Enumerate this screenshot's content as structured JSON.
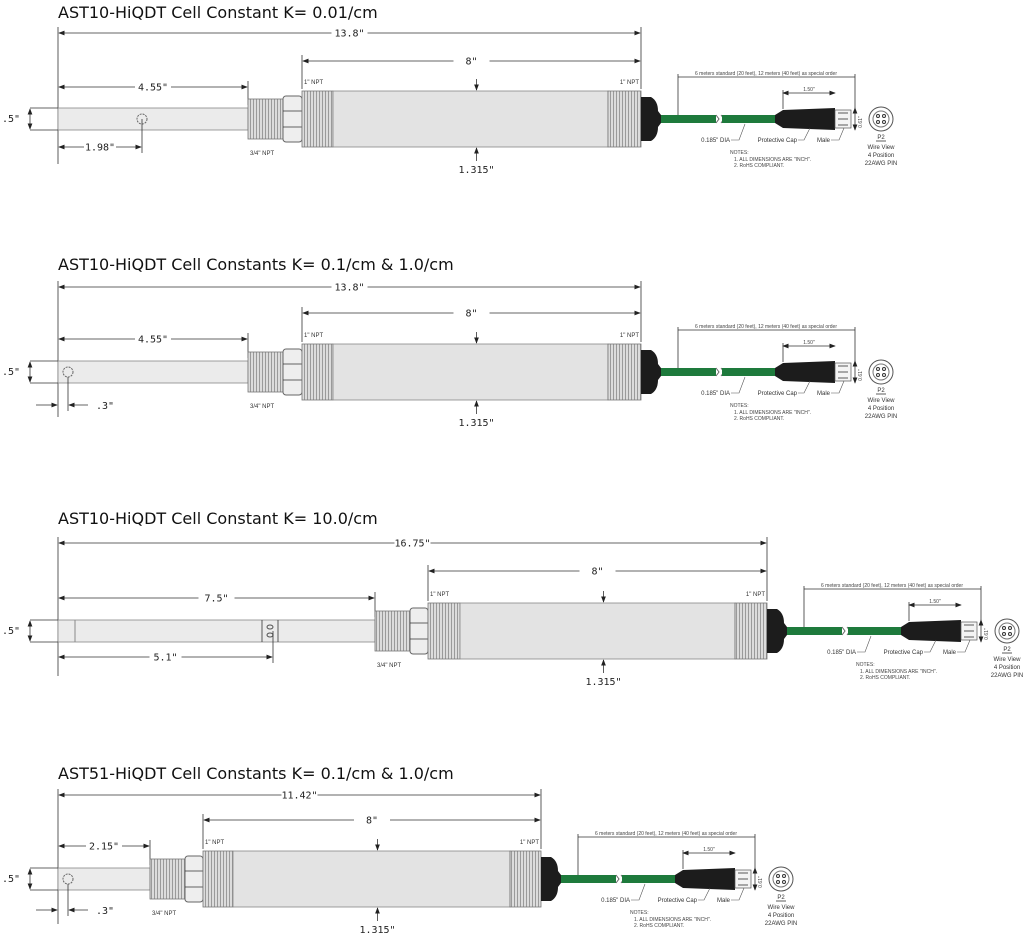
{
  "colors": {
    "cable": "#1e7a3c",
    "body": "#e3e3e3",
    "cap": "#1c1c1c",
    "line": "#333333"
  },
  "cable": {
    "length_note": "6 meters standard (20 feet), 12 meters (40 feet) as special order",
    "cap_length": "1.50\"",
    "connector_dia": "0.61\"",
    "cable_dia": "0.185\" DIA",
    "protective_cap": "Protective Cap",
    "male": "Male",
    "notes_title": "NOTES:",
    "notes": [
      "1. ALL DIMENSIONS ARE \"INCH\".",
      "2. RoHS COMPLIANT."
    ],
    "p2": "P2",
    "wire_view": "Wire View",
    "position": "4 Position",
    "pin": "22AWG PIN"
  },
  "diagrams": [
    {
      "title": "AST10-HiQDT Cell Constant K= 0.01/cm",
      "overall": "13.8\"",
      "body_length": "8\"",
      "probe_length": "4.55\"",
      "hole_dim": "1.98\"",
      "probe_dia": ".5\"",
      "fitting": "3/4\" NPT",
      "thread": "1\" NPT",
      "body_dia": "1.315\""
    },
    {
      "title": "AST10-HiQDT Cell Constants K= 0.1/cm & 1.0/cm",
      "overall": "13.8\"",
      "body_length": "8\"",
      "probe_length": "4.55\"",
      "hole_dim": ".3\"",
      "probe_dia": ".5\"",
      "fitting": "3/4\" NPT",
      "thread": "1\" NPT",
      "body_dia": "1.315\""
    },
    {
      "title": "AST10-HiQDT Cell Constant K= 10.0/cm",
      "overall": "16.75\"",
      "body_length": "8\"",
      "probe_length": "7.5\"",
      "hole_dim": "5.1\"",
      "probe_dia": ".5\"",
      "fitting": "3/4\" NPT",
      "thread": "1\" NPT",
      "body_dia": "1.315\""
    },
    {
      "title": "AST51-HiQDT Cell Constants K= 0.1/cm & 1.0/cm",
      "overall": "11.42\"",
      "body_length": "8\"",
      "probe_length": "2.15\"",
      "hole_dim": ".3\"",
      "probe_dia": ".5\"",
      "fitting": "3/4\" NPT",
      "thread": "1\" NPT",
      "body_dia": "1.315\""
    }
  ]
}
